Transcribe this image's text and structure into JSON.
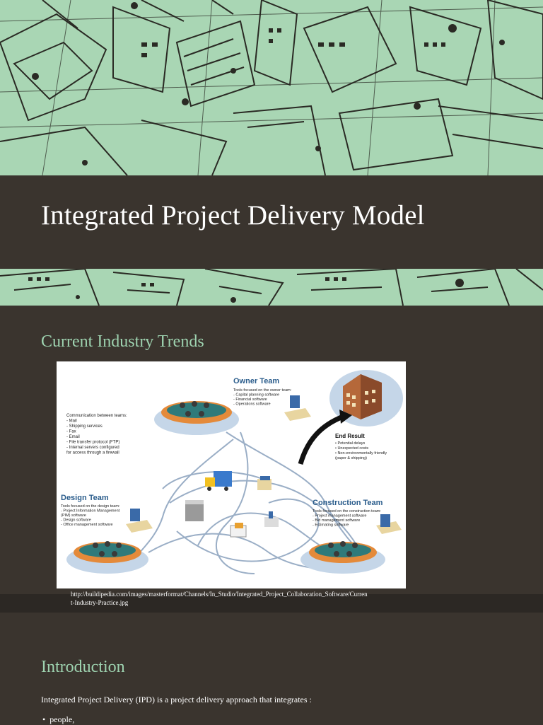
{
  "title": "Integrated Project Delivery Model",
  "sections": {
    "trends_heading": "Current Industry Trends",
    "intro_heading": "Introduction"
  },
  "figure": {
    "owner_title": "Owner Team",
    "owner_tools": [
      "Tools focused on the owner team:",
      "- Capital planning software",
      "- Financial software",
      "- Operations software"
    ],
    "comm_lines": [
      "Communication between teams:",
      "-   Mail",
      "-   Shipping services",
      "-   Fax",
      "-   Email",
      "-   File transfer protocol (FTP)",
      "-   Internal servers configured",
      "    for access through a firewall"
    ],
    "end_title": "End Result",
    "end_items": [
      "• Potential delays",
      "• Unexpected costs",
      "• Non-environmentally friendly",
      "  (paper & shipping)"
    ],
    "design_title": "Design Team",
    "design_tools": [
      "Tools focused on the design team:",
      "- Project Information Management",
      "  (PIM) software",
      "- Design software",
      "- Office management software"
    ],
    "construction_title": "Construction Team",
    "construction_tools": [
      "Tools focused on the construction team:",
      "- Project management software",
      "- Bid management software",
      "- Estimating software"
    ]
  },
  "caption": "http://buildipedia.com/images/masterformat/Channels/In_Studio/Integrated_Project_Collaboration_Software/Current-Industry-Practice.jpg",
  "intro": {
    "paragraph": "Integrated Project Delivery (IPD) is a project delivery approach that integrates :",
    "bullet_symbol": "•",
    "bullets": [
      "people,"
    ]
  },
  "colors": {
    "background": "#3a342e",
    "band": "#a9d6b4",
    "heading_accent": "#9ed3b0",
    "figure_title_blue": "#2b5d8c"
  }
}
